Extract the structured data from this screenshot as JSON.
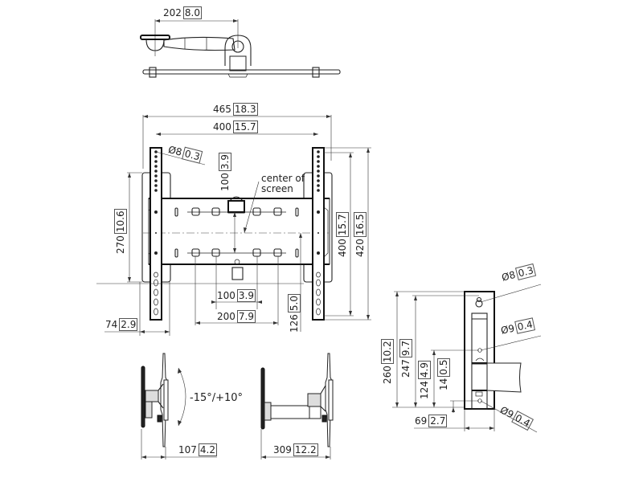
{
  "drawing": {
    "title": "Wall mount technical drawing",
    "views": {
      "top_view": {
        "arm_offset": {
          "mm": "202",
          "inch": "8.0"
        }
      },
      "front_view": {
        "overall_width": {
          "mm": "465",
          "inch": "18.3"
        },
        "rail_spacing": {
          "mm": "400",
          "inch": "15.7"
        },
        "hole_diameter": {
          "symbol": "Ø",
          "mm": "8",
          "inch": "0.3"
        },
        "vertical_offset": {
          "mm": "100",
          "inch": "3.9"
        },
        "center_note": "center of screen",
        "center_note_line1": "center of",
        "center_note_line2": "screen",
        "plate_height": {
          "mm": "270",
          "inch": "10.6"
        },
        "rail_length_inner": {
          "mm": "400",
          "inch": "15.7"
        },
        "rail_length_outer": {
          "mm": "420",
          "inch": "16.5"
        },
        "vesa_inner": {
          "mm": "100",
          "inch": "3.9"
        },
        "vesa_outer": {
          "mm": "200",
          "inch": "7.9"
        },
        "center_to_bottom": {
          "mm": "126",
          "inch": "5.0"
        },
        "side_depth": {
          "mm": "74",
          "inch": "2.9"
        }
      },
      "side_views": {
        "tilt_range": "-15°/+10°",
        "folded_depth": {
          "mm": "107",
          "inch": "4.2"
        },
        "extended_depth": {
          "mm": "309",
          "inch": "12.2"
        }
      },
      "wall_plate_view": {
        "top_hole": {
          "symbol": "Ø",
          "mm": "8",
          "inch": "0.3"
        },
        "middle_hole": {
          "symbol": "Ø",
          "mm": "9",
          "inch": "0.4"
        },
        "bottom_hole": {
          "symbol": "Ø",
          "mm": "9",
          "inch": "0.4"
        },
        "total_height": {
          "mm": "260",
          "inch": "10.2"
        },
        "keyhole_height": {
          "mm": "247",
          "inch": "9.7"
        },
        "middle_hole_height": {
          "mm": "124",
          "inch": "4.9"
        },
        "bottom_hole_height": {
          "mm": "14",
          "inch": "0.5"
        },
        "width": {
          "mm": "69",
          "inch": "2.7"
        }
      }
    }
  }
}
